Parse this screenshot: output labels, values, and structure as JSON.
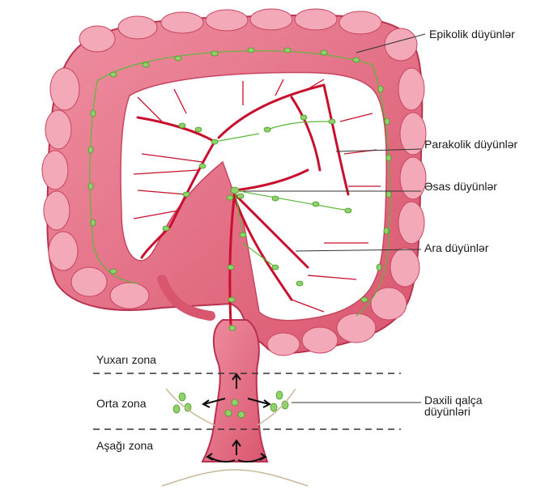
{
  "labels": {
    "epikolik": "Epikolik düyünlər",
    "parakolik": "Parakolik düyünlər",
    "esas": "Əsas düyünlər",
    "ara": "Ara düyünlər",
    "daxili_line1": "Daxili qalça",
    "daxili_line2": "düyünləri"
  },
  "zones": {
    "upper": "Yuxarı zona",
    "middle": "Orta zona",
    "lower": "Aşağı zona"
  },
  "colors": {
    "colon_fill": "#e8738a",
    "colon_edge": "#b8324f",
    "haustra": "#f3a9b7",
    "vessel": "#c8102e",
    "node": "#8fd16a",
    "node_edge": "#4a9a2a",
    "lymph": "#5cb83a"
  }
}
